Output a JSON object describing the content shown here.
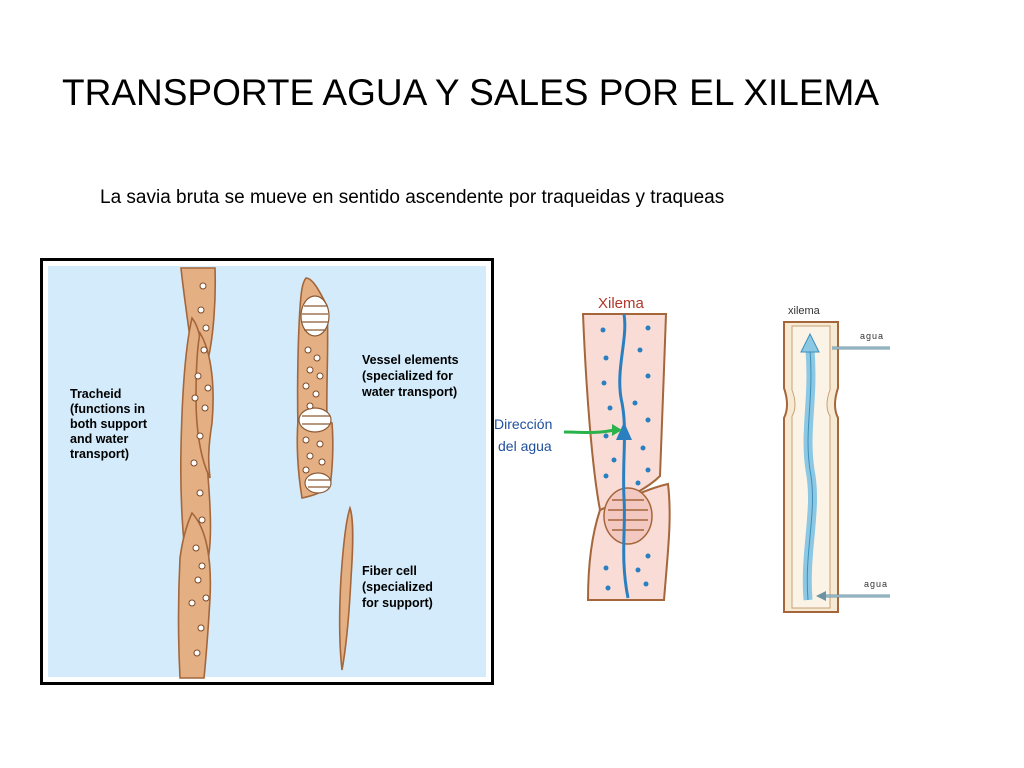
{
  "slide": {
    "title": "TRANSPORTE AGUA Y SALES POR EL XILEMA",
    "subtitle": "La savia bruta se mueve en sentido ascendente por traqueidas y traqueas"
  },
  "left_figure": {
    "tracheid_label": [
      "Tracheid",
      "(functions in",
      "both support",
      "and water",
      "transport)"
    ],
    "vessel_label": [
      "Vessel elements",
      "(specialized for",
      "water transport)"
    ],
    "fiber_label": [
      "Fiber cell",
      "(specialized",
      "for support)"
    ]
  },
  "center_figure": {
    "title": "Xilema",
    "direction_label": [
      "Dirección",
      "del agua"
    ]
  },
  "right_figure": {
    "title": "xilema",
    "water_top": "agua",
    "water_bottom": "agua"
  },
  "colors": {
    "panel_bg": "#d3ebfa",
    "cell_tan": "#e4b083",
    "cell_outline": "#a4663a",
    "xylem_pink": "#f9dcd6",
    "water_blue": "#2a7fc0",
    "arrow_green": "#29b34a",
    "label_blue": "#1f4f9c",
    "title_red": "#b2352b",
    "tube_bg": "#f6ead2",
    "tube_water": "#8cc8e4"
  }
}
